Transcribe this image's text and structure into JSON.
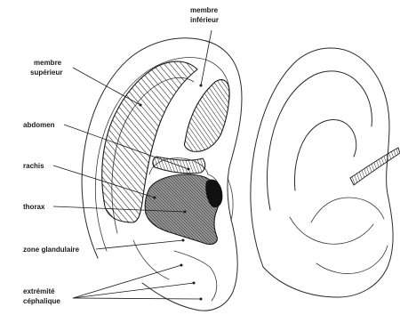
{
  "labels": {
    "membre_inferieur_1": "membre",
    "membre_inferieur_2": "inférieur",
    "membre_superieur_1": "membre",
    "membre_superieur_2": "supérieur",
    "abdomen": "abdomen",
    "rachis": "rachis",
    "thorax": "thorax",
    "zone_glandulaire": "zone glandulaire",
    "extremite_1": "extrémité",
    "extremite_2": "céphalique"
  }
}
